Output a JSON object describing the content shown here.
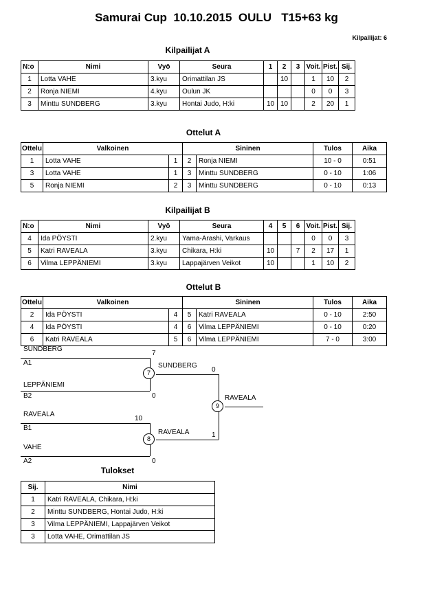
{
  "page": {
    "title": "Samurai Cup  10.10.2015  OULU   T15+63 kg",
    "competitors_label": "Kilpailijat: 6"
  },
  "pool_a": {
    "heading": "Kilpailijat A",
    "headers": {
      "no": "N:o",
      "name": "Nimi",
      "belt": "Vyö",
      "club": "Seura",
      "m1": "1",
      "m2": "2",
      "m3": "3",
      "wins": "Voit.",
      "points": "Pist.",
      "place": "Sij."
    },
    "rows": [
      {
        "no": "1",
        "name": "Lotta VAHE",
        "belt": "3.kyu",
        "club": "Orimattilan JS",
        "m1": "",
        "m2": "10",
        "m3": "",
        "wins": "1",
        "points": "10",
        "place": "2"
      },
      {
        "no": "2",
        "name": "Ronja NIEMI",
        "belt": "4.kyu",
        "club": "Oulun JK",
        "m1": "",
        "m2": "",
        "m3": "",
        "wins": "0",
        "points": "0",
        "place": "3"
      },
      {
        "no": "3",
        "name": "Minttu SUNDBERG",
        "belt": "3.kyu",
        "club": "Hontai Judo, H:ki",
        "m1": "10",
        "m2": "10",
        "m3": "",
        "wins": "2",
        "points": "20",
        "place": "1"
      }
    ]
  },
  "matches_a": {
    "heading": "Ottelut A",
    "headers": {
      "match": "Ottelu",
      "white": "Valkoinen",
      "blue": "Sininen",
      "result": "Tulos",
      "time": "Aika"
    },
    "rows": [
      {
        "match": "1",
        "white": "Lotta VAHE",
        "white_no": "1",
        "blue_no": "2",
        "blue": "Ronja NIEMI",
        "result": "10 - 0",
        "time": "0:51"
      },
      {
        "match": "3",
        "white": "Lotta VAHE",
        "white_no": "1",
        "blue_no": "3",
        "blue": "Minttu SUNDBERG",
        "result": "0 - 10",
        "time": "1:06"
      },
      {
        "match": "5",
        "white": "Ronja NIEMI",
        "white_no": "2",
        "blue_no": "3",
        "blue": "Minttu SUNDBERG",
        "result": "0 - 10",
        "time": "0:13"
      }
    ]
  },
  "pool_b": {
    "heading": "Kilpailijat B",
    "headers": {
      "no": "N:o",
      "name": "Nimi",
      "belt": "Vyö",
      "club": "Seura",
      "m1": "4",
      "m2": "5",
      "m3": "6",
      "wins": "Voit.",
      "points": "Pist.",
      "place": "Sij."
    },
    "rows": [
      {
        "no": "4",
        "name": "Ida PÖYSTI",
        "belt": "2.kyu",
        "club": "Yama-Arashi, Varkaus",
        "m1": "",
        "m2": "",
        "m3": "",
        "wins": "0",
        "points": "0",
        "place": "3"
      },
      {
        "no": "5",
        "name": "Katri RAVEALA",
        "belt": "3.kyu",
        "club": "Chikara, H:ki",
        "m1": "10",
        "m2": "",
        "m3": "7",
        "wins": "2",
        "points": "17",
        "place": "1"
      },
      {
        "no": "6",
        "name": "Vilma LEPPÄNIEMI",
        "belt": "3.kyu",
        "club": "Lappajärven Veikot",
        "m1": "10",
        "m2": "",
        "m3": "",
        "wins": "1",
        "points": "10",
        "place": "2"
      }
    ]
  },
  "matches_b": {
    "heading": "Ottelut B",
    "headers": {
      "match": "Ottelu",
      "white": "Valkoinen",
      "blue": "Sininen",
      "result": "Tulos",
      "time": "Aika"
    },
    "rows": [
      {
        "match": "2",
        "white": "Ida PÖYSTI",
        "white_no": "4",
        "blue_no": "5",
        "blue": "Katri RAVEALA",
        "result": "0 - 10",
        "time": "2:50"
      },
      {
        "match": "4",
        "white": "Ida PÖYSTI",
        "white_no": "4",
        "blue_no": "6",
        "blue": "Vilma LEPPÄNIEMI",
        "result": "0 - 10",
        "time": "0:20"
      },
      {
        "match": "6",
        "white": "Katri RAVEALA",
        "white_no": "5",
        "blue_no": "6",
        "blue": "Vilma LEPPÄNIEMI",
        "result": "7 - 0",
        "time": "3:00"
      }
    ]
  },
  "bracket": {
    "semi1": {
      "top_name": "SUNDBERG",
      "top_code": "A1",
      "top_score": "7",
      "bottom_name": "LEPPÄNIEMI",
      "bottom_code": "B2",
      "bottom_score": "0",
      "match_no": "7",
      "winner_name": "SUNDBERG",
      "winner_score": "0"
    },
    "semi2": {
      "top_name": "RAVEALA",
      "top_code": "B1",
      "top_score": "10",
      "bottom_name": "VAHE",
      "bottom_code": "A2",
      "bottom_score": "0",
      "match_no": "8",
      "winner_name": "RAVEALA",
      "winner_score": "1"
    },
    "final": {
      "match_no": "9",
      "winner_name": "RAVEALA"
    }
  },
  "results": {
    "heading": "Tulokset",
    "headers": {
      "place": "Sij.",
      "name": "Nimi"
    },
    "rows": [
      {
        "place": "1",
        "name": "Katri RAVEALA, Chikara, H:ki"
      },
      {
        "place": "2",
        "name": "Minttu SUNDBERG, Hontai Judo, H:ki"
      },
      {
        "place": "3",
        "name": "Vilma LEPPÄNIEMI, Lappajärven Veikot"
      },
      {
        "place": "3",
        "name": "Lotta VAHE, Orimattilan JS"
      }
    ]
  }
}
